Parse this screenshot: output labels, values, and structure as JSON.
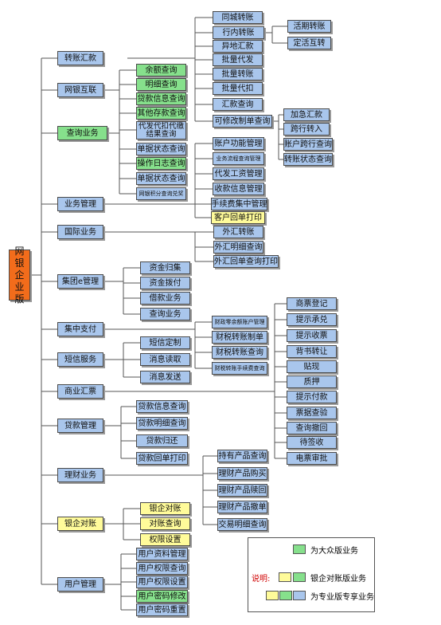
{
  "root": "网银企业版",
  "categories": {
    "zhuanzhang": "转账汇款",
    "wangyin": "网银互联",
    "chaxun": "查询业务",
    "yewu": "业务管理",
    "guoji": "国际业务",
    "jituan": "集团e管理",
    "jizhong": "集中支付",
    "duanxin": "短信服务",
    "shangye": "商业汇票",
    "daikuan": "贷款管理",
    "licai": "理财业务",
    "yinqi": "银企对账",
    "yonghu": "用户管理"
  },
  "transfer_items": [
    "同城转账",
    "行内转账",
    "异地汇款",
    "批量代发",
    "批量转账",
    "批量代扣",
    "汇款查询",
    "可修改制单查询"
  ],
  "deposit_items": [
    "活期转账",
    "定活互转"
  ],
  "query_items": [
    "余额查询",
    "明细查询",
    "贷款信息查询",
    "其他存款查询",
    "代发代扣代缴结果查询",
    "单据状态查询",
    "操作日志查询",
    "单据状态查询",
    "网银积分查询兑奖"
  ],
  "business_items": [
    "账户功能管理",
    "业务流程查询管理",
    "代发工资管理",
    "收款信息管理",
    "手续费集中管理",
    "客户回单打印"
  ],
  "modify_items": [
    "加急汇款",
    "跨行转入",
    "账户跨行查询",
    "转账状态查询"
  ],
  "intl_items": [
    "外汇转账",
    "外汇明细查询",
    "外汇回单查询打印"
  ],
  "group_items": [
    "资金归集",
    "资金拨付",
    "借款业务",
    "查询业务"
  ],
  "central_items": [
    "财政零余额账户管理",
    "财税转账制单",
    "财税转账查询",
    "财税转账手续费查询"
  ],
  "sms_items": [
    "短信定制",
    "消息读取",
    "消息发送"
  ],
  "bill_items": [
    "商票登记",
    "提示承兑",
    "提示收票",
    "背书转让",
    "贴现",
    "质押",
    "提示付款",
    "票据查验",
    "查询撤回",
    "待签收",
    "电票审批"
  ],
  "loan_items": [
    "贷款信息查询",
    "贷款明细查询",
    "贷款归还",
    "贷款回单打印"
  ],
  "wealth_items": [
    "持有产品查询",
    "理财产品购买",
    "理财产品赎回",
    "理财产品撤单",
    "交易明细查询"
  ],
  "recon_items": [
    "银企对账",
    "对账查询",
    "权限设置"
  ],
  "user_items": [
    "用户资料管理",
    "用户权限查询",
    "用户权限设置",
    "用户密码修改",
    "用户密码重置"
  ],
  "legend": {
    "title": "说明:",
    "public": "为大众版业务",
    "recon": "银企对账版业务",
    "pro": "为专业版专享业务"
  },
  "colors": {
    "blue": "#a9c6ec",
    "green": "#86e08c",
    "yellow": "#fffb9a",
    "orange": "#f26c1b"
  }
}
